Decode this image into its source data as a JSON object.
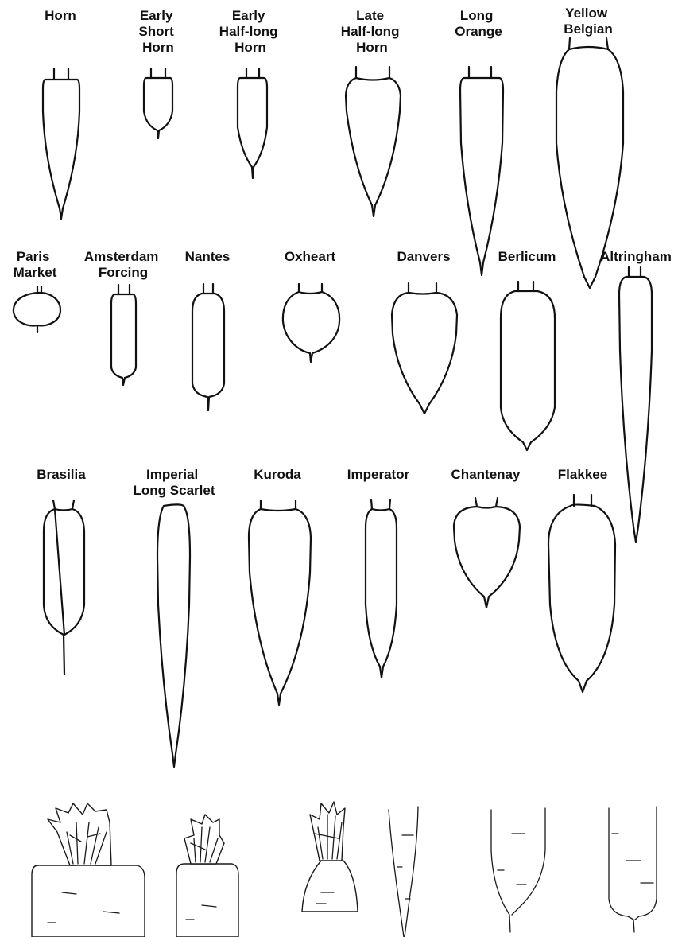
{
  "varieties": [
    {
      "id": "horn",
      "lines": [
        "Horn"
      ]
    },
    {
      "id": "early-short-horn",
      "lines": [
        "Early",
        "Short",
        "Horn"
      ]
    },
    {
      "id": "early-half-long-horn",
      "lines": [
        "Early",
        "Half-long",
        "Horn"
      ]
    },
    {
      "id": "late-half-long-horn",
      "lines": [
        "Late",
        "Half-long",
        "Horn"
      ]
    },
    {
      "id": "long-orange",
      "lines": [
        "Long",
        "Orange"
      ]
    },
    {
      "id": "yellow-belgian",
      "lines": [
        "Yellow",
        "Belgian"
      ]
    },
    {
      "id": "paris-market",
      "lines": [
        "Paris",
        "Market"
      ]
    },
    {
      "id": "amsterdam-forcing",
      "lines": [
        "Amsterdam",
        "Forcing"
      ]
    },
    {
      "id": "nantes",
      "lines": [
        "Nantes"
      ]
    },
    {
      "id": "oxheart",
      "lines": [
        "Oxheart"
      ]
    },
    {
      "id": "danvers",
      "lines": [
        "Danvers"
      ]
    },
    {
      "id": "berlicum",
      "lines": [
        "Berlicum"
      ]
    },
    {
      "id": "altringham",
      "lines": [
        "Altringham"
      ]
    },
    {
      "id": "brasilia",
      "lines": [
        "Brasilia"
      ]
    },
    {
      "id": "imperial-long-scarlet",
      "lines": [
        "Imperial",
        "Long Scarlet"
      ]
    },
    {
      "id": "kuroda",
      "lines": [
        "Kuroda"
      ]
    },
    {
      "id": "imperator",
      "lines": [
        "Imperator"
      ]
    },
    {
      "id": "chantenay",
      "lines": [
        "Chantenay"
      ]
    },
    {
      "id": "flakkee",
      "lines": [
        "Flakkee"
      ]
    }
  ],
  "colors": {
    "ink": "#111111",
    "background": "#ffffff"
  }
}
